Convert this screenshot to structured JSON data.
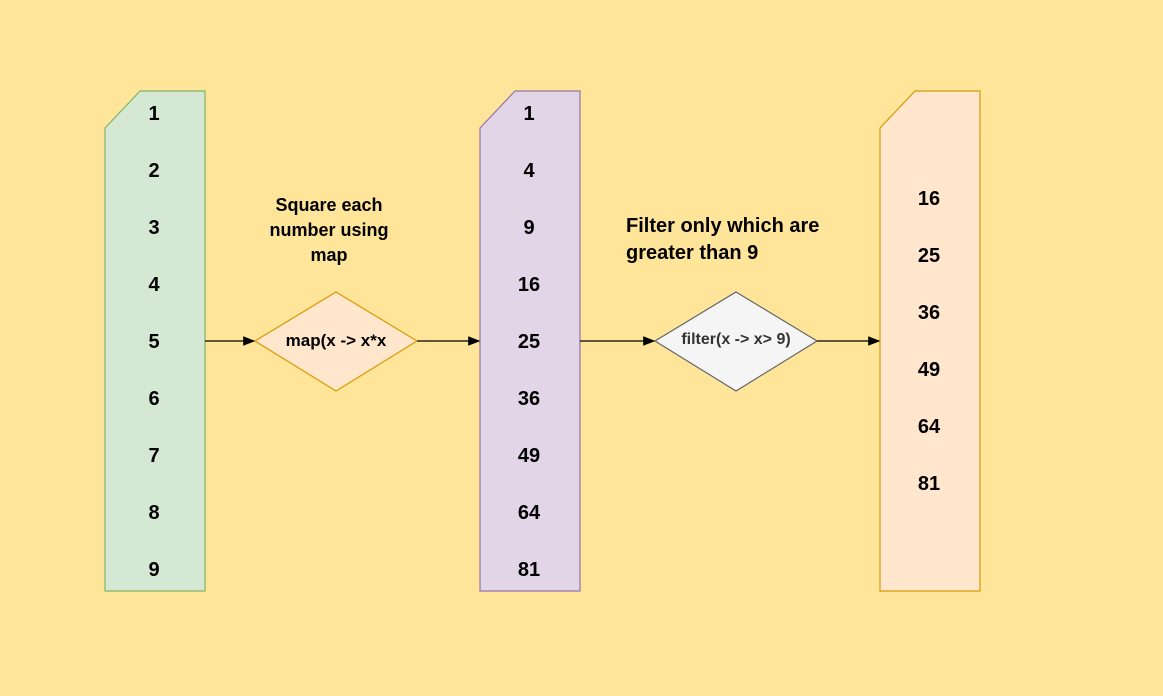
{
  "input_list": [
    "1",
    "2",
    "3",
    "4",
    "5",
    "6",
    "7",
    "8",
    "9"
  ],
  "squared_list": [
    "1",
    "4",
    "9",
    "16",
    "25",
    "36",
    "49",
    "64",
    "81"
  ],
  "filtered_list": [
    "16",
    "25",
    "36",
    "49",
    "64",
    "81"
  ],
  "map_step": {
    "caption": "Square each number using map",
    "caption_lines": [
      "Square each",
      "number using",
      "map"
    ],
    "node_label": "map(x -> x*x"
  },
  "filter_step": {
    "caption_lines": [
      "Filter only which are",
      "greater than 9"
    ],
    "node_label": "filter(x -> x> 9)"
  },
  "colors": {
    "background": "#FFE599",
    "input_fill": "#D5E8D4",
    "input_stroke": "#82B366",
    "squared_fill": "#E1D5E7",
    "squared_stroke": "#9673A6",
    "filtered_fill": "#FFE6CC",
    "filtered_stroke": "#D79B00",
    "map_fill": "#FFE6CC",
    "map_stroke": "#D79B00",
    "filter_fill": "#F5F5F5",
    "filter_stroke": "#666666"
  }
}
